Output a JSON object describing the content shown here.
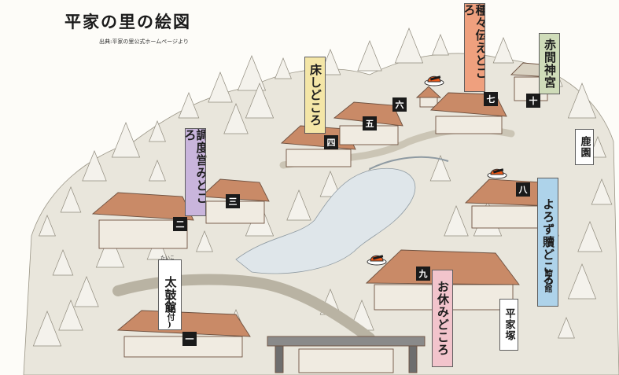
{
  "title": "平家の里の絵図",
  "credit": "出典:平家の里公式ホームページより",
  "labels": {
    "taikokan": "太鼓館",
    "taikokan_sub": "(受付)",
    "taikokan_ruby": "たいこ",
    "chodo": "調度営みどころ",
    "toko": "床しどころ",
    "tanedane": "種々伝えどころ",
    "akama": "赤間神宮",
    "rokuen": "鹿園",
    "yorozu": "よろず贖どころ",
    "yorozu_sub": "飴の館",
    "oyasumi": "お休みどころ",
    "heikezuka": "平家塚"
  },
  "numbers": {
    "n1": "一",
    "n2": "二",
    "n3": "三",
    "n4": "四",
    "n5": "五",
    "n6": "六",
    "n7": "七",
    "n8": "八",
    "n9": "九",
    "n10": "十"
  },
  "colors": {
    "white_label": "#ffffff",
    "purple_label": "#c9b5dc",
    "yellow_label": "#f4e6a7",
    "orange_label": "#efa07e",
    "green_label": "#cfdcb9",
    "blue_label": "#aed3ea",
    "pink_label": "#f2c4cc",
    "marker_orange": "#ee5a1a",
    "roof": "#c98a67"
  },
  "icons": [
    "hat-marker-icon"
  ]
}
